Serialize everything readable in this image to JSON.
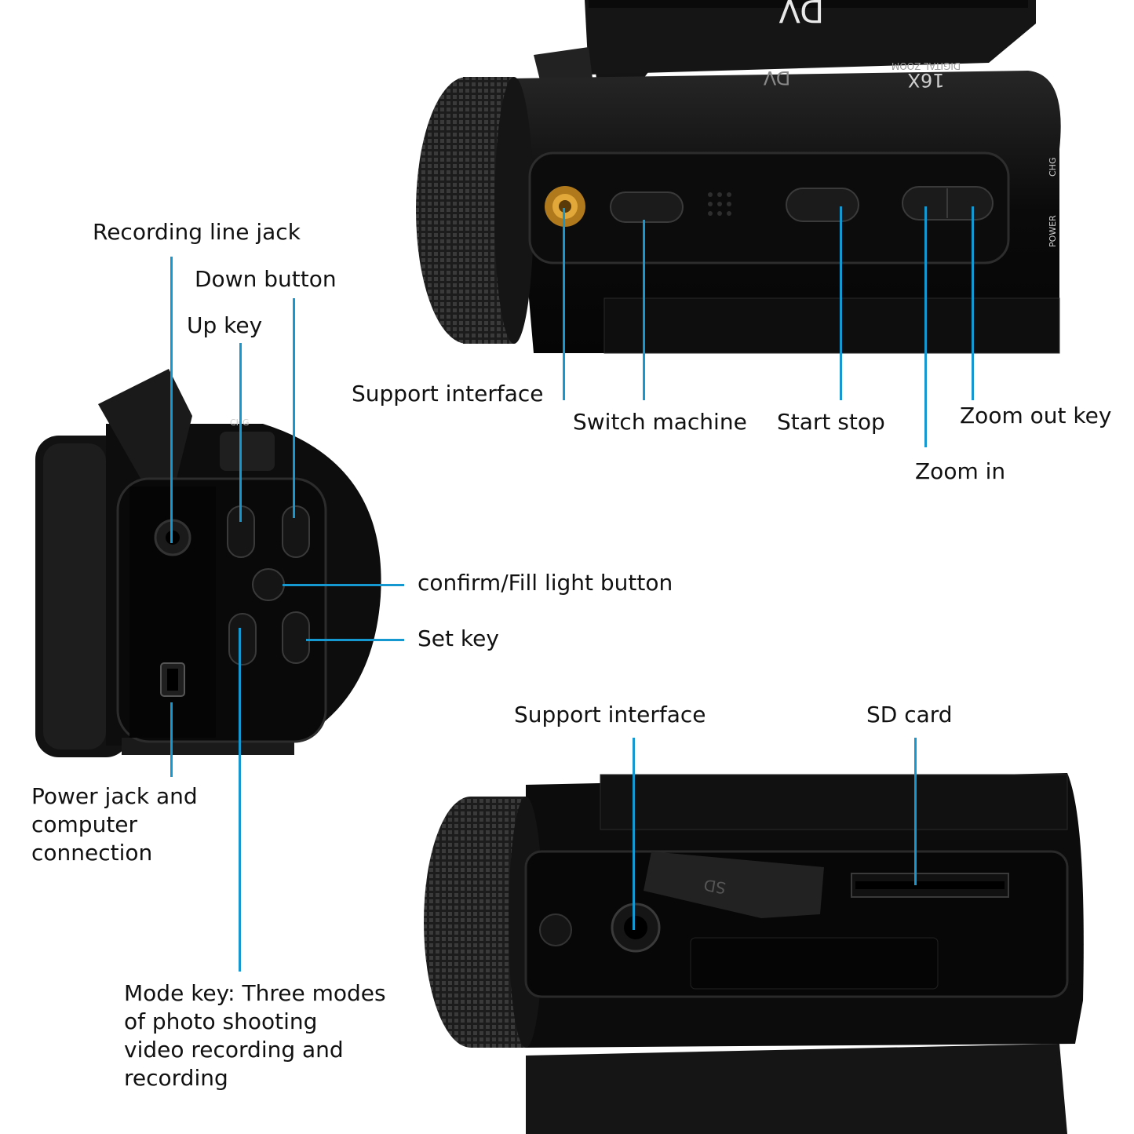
{
  "labels": {
    "recording_line_jack": "Recording line jack",
    "down_button": "Down button",
    "up_key": "Up key",
    "support_interface_top": "Support interface",
    "switch_machine": "Switch machine",
    "start_stop": "Start stop",
    "zoom_out_key": "Zoom out key",
    "zoom_in": "Zoom in",
    "confirm_fill_light": "confirm/Fill light button",
    "set_key": "Set key",
    "support_interface_bottom": "Support interface",
    "sd_card": "SD card",
    "power_jack": "Power jack and\ncomputer\nconnection",
    "mode_key": "Mode key: Three modes\nof photo shooting\nvideo recording and\nrecording"
  },
  "camera_markings": {
    "top_zoom": "16X",
    "top_brand": "DV",
    "top_digital": "DIGITAL ZOOM",
    "side_chg": "CHG",
    "side_power": "POWER",
    "left_chg": "CHG",
    "bottom_sd": "SD"
  },
  "colors": {
    "leader": "#1597cf",
    "body": "#0b0b0b",
    "text": "#111111"
  }
}
